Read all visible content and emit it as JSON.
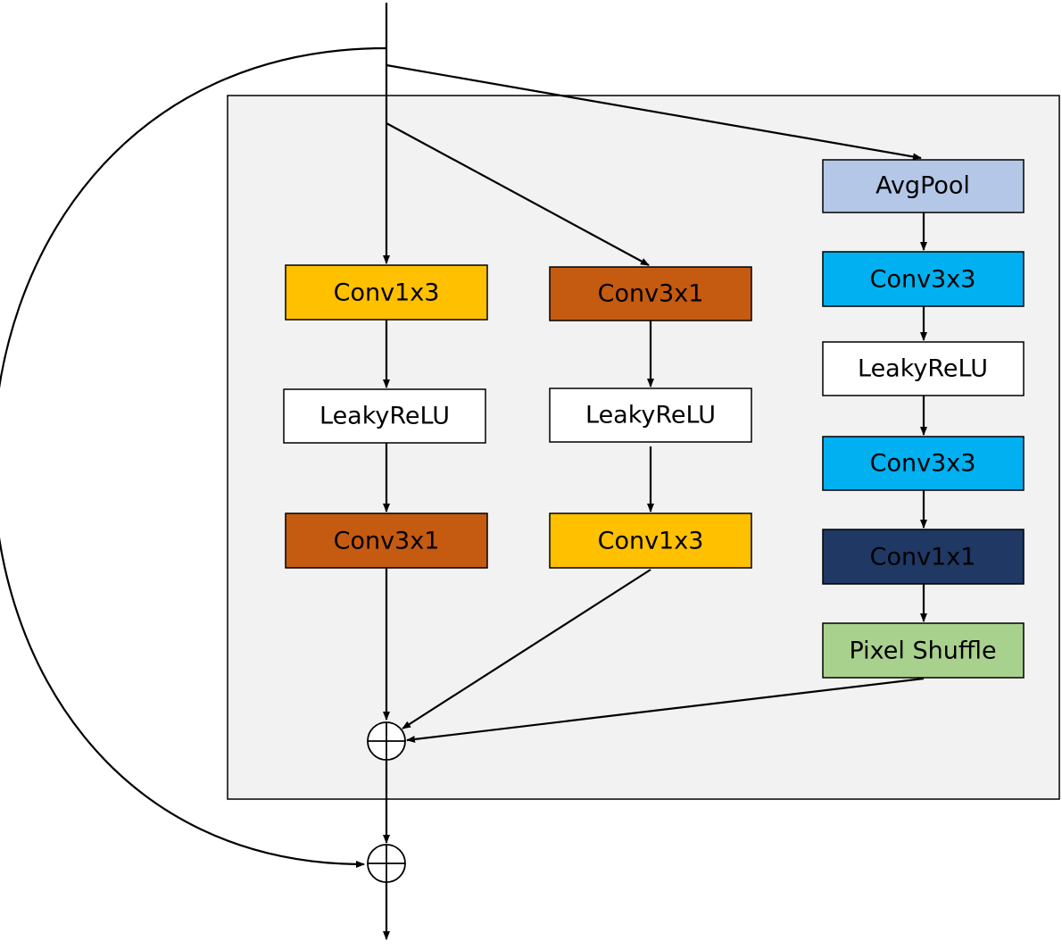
{
  "nodes": {
    "conv1x3_a": {
      "label": "Conv1x3",
      "fill": "#FFC000",
      "text_color": "#000000"
    },
    "leaky_a": {
      "label": "LeakyReLU",
      "fill": "#FFFFFF",
      "text_color": "#000000"
    },
    "conv3x1_a": {
      "label": "Conv3x1",
      "fill": "#C55A11",
      "text_color": "#000000"
    },
    "conv3x1_b": {
      "label": "Conv3x1",
      "fill": "#C55A11",
      "text_color": "#000000"
    },
    "leaky_b": {
      "label": "LeakyReLU",
      "fill": "#FFFFFF",
      "text_color": "#000000"
    },
    "conv1x3_b": {
      "label": "Conv1x3",
      "fill": "#FFC000",
      "text_color": "#000000"
    },
    "avgpool": {
      "label": "AvgPool",
      "fill": "#B4C7E7",
      "text_color": "#000000"
    },
    "conv3x3_a": {
      "label": "Conv3x3",
      "fill": "#00B0F0",
      "text_color": "#000000"
    },
    "leaky_c": {
      "label": "LeakyReLU",
      "fill": "#FFFFFF",
      "text_color": "#000000"
    },
    "conv3x3_b": {
      "label": "Conv3x3",
      "fill": "#00B0F0",
      "text_color": "#000000"
    },
    "conv1x1": {
      "label": "Conv1x1",
      "fill": "#1F3864",
      "text_color": "#000000"
    },
    "pixel_shuffle": {
      "label": "Pixel Shuffle",
      "fill": "#A9D18E",
      "text_color": "#000000"
    }
  },
  "colors": {
    "block_background": "#F2F2F2",
    "stroke": "#000000"
  }
}
